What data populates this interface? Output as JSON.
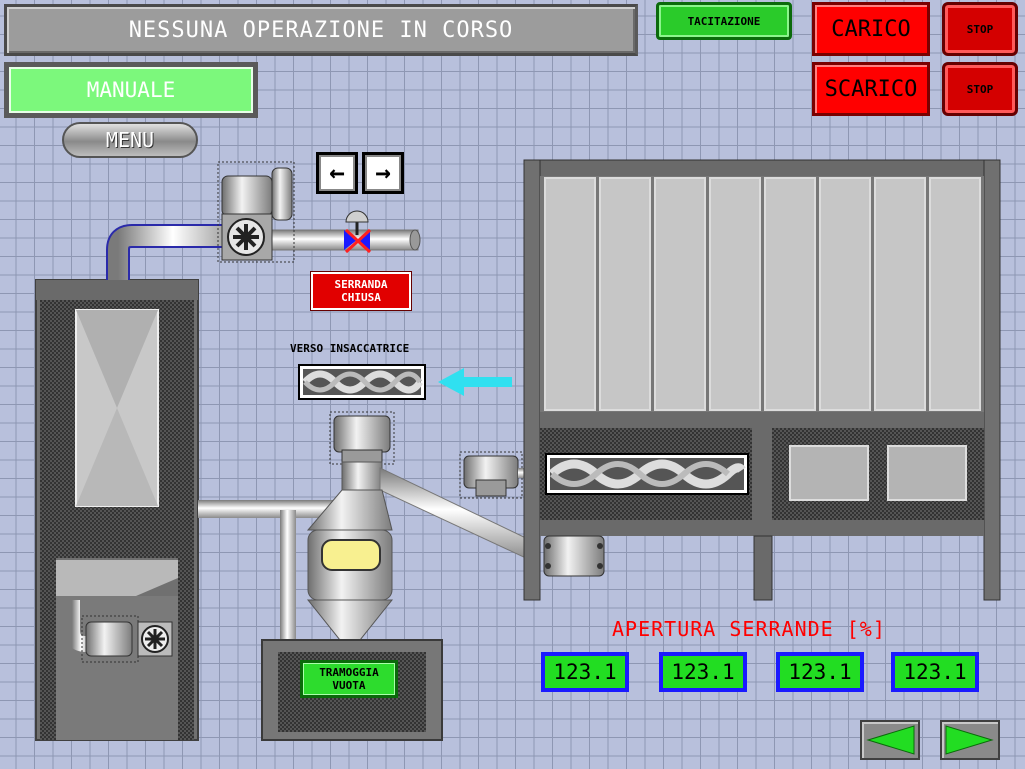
{
  "status": {
    "message": "NESSUNA OPERAZIONE IN CORSO"
  },
  "mode": {
    "label": "MANUALE"
  },
  "menu": {
    "label": "MENU"
  },
  "tacitazione": {
    "label": "TACITAZIONE"
  },
  "load": {
    "label": "CARICO",
    "stop_label": "STOP"
  },
  "unload": {
    "label": "SCARICO",
    "stop_label": "STOP"
  },
  "valve": {
    "status_line1": "SERRANDA",
    "status_line2": "CHIUSA",
    "left_arrow": "←",
    "right_arrow": "→"
  },
  "conveyor": {
    "label": "VERSO INSACCATRICE"
  },
  "hopper": {
    "status_line1": "TRAMOGGIA",
    "status_line2": "VUOTA"
  },
  "dampers": {
    "title": "APERTURA SERRANDE [%]",
    "values": [
      "123.1",
      "123.1",
      "123.1",
      "123.1"
    ]
  },
  "colors": {
    "accent_red": "#ff0000",
    "accent_green": "#22dd22",
    "value_border": "#1a1aff",
    "background": "#b8c0dc"
  }
}
